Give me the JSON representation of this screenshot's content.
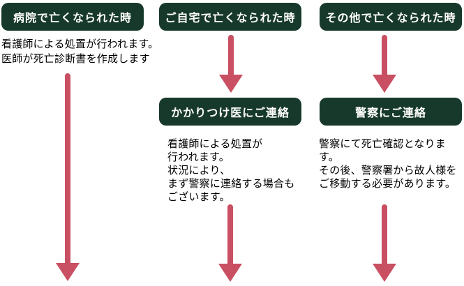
{
  "colors": {
    "box_green": "#17392B",
    "arrow_red": "#C94F62",
    "box_text": "#FFFFFF",
    "body_text": "#000000",
    "background": "#FFFFFF"
  },
  "columns": [
    {
      "id": "hospital",
      "header": "病院で亡くなられた時",
      "body": "看護師による処置が行われます。\n医師が死亡診断書を作成します"
    },
    {
      "id": "home",
      "header": "ご自宅で亡くなられた時",
      "step": "かかりつけ医にご連絡",
      "body": "看護師による処置が\n行われます。\n状況により、\nまず警察に連絡する場合も\nございます。"
    },
    {
      "id": "other",
      "header": "その他で亡くなられた時",
      "step": "警察にご連絡",
      "body": "警察にて死亡確認となります。\nその後、警察署から故人様を\nご移動する必要があります。"
    }
  ]
}
